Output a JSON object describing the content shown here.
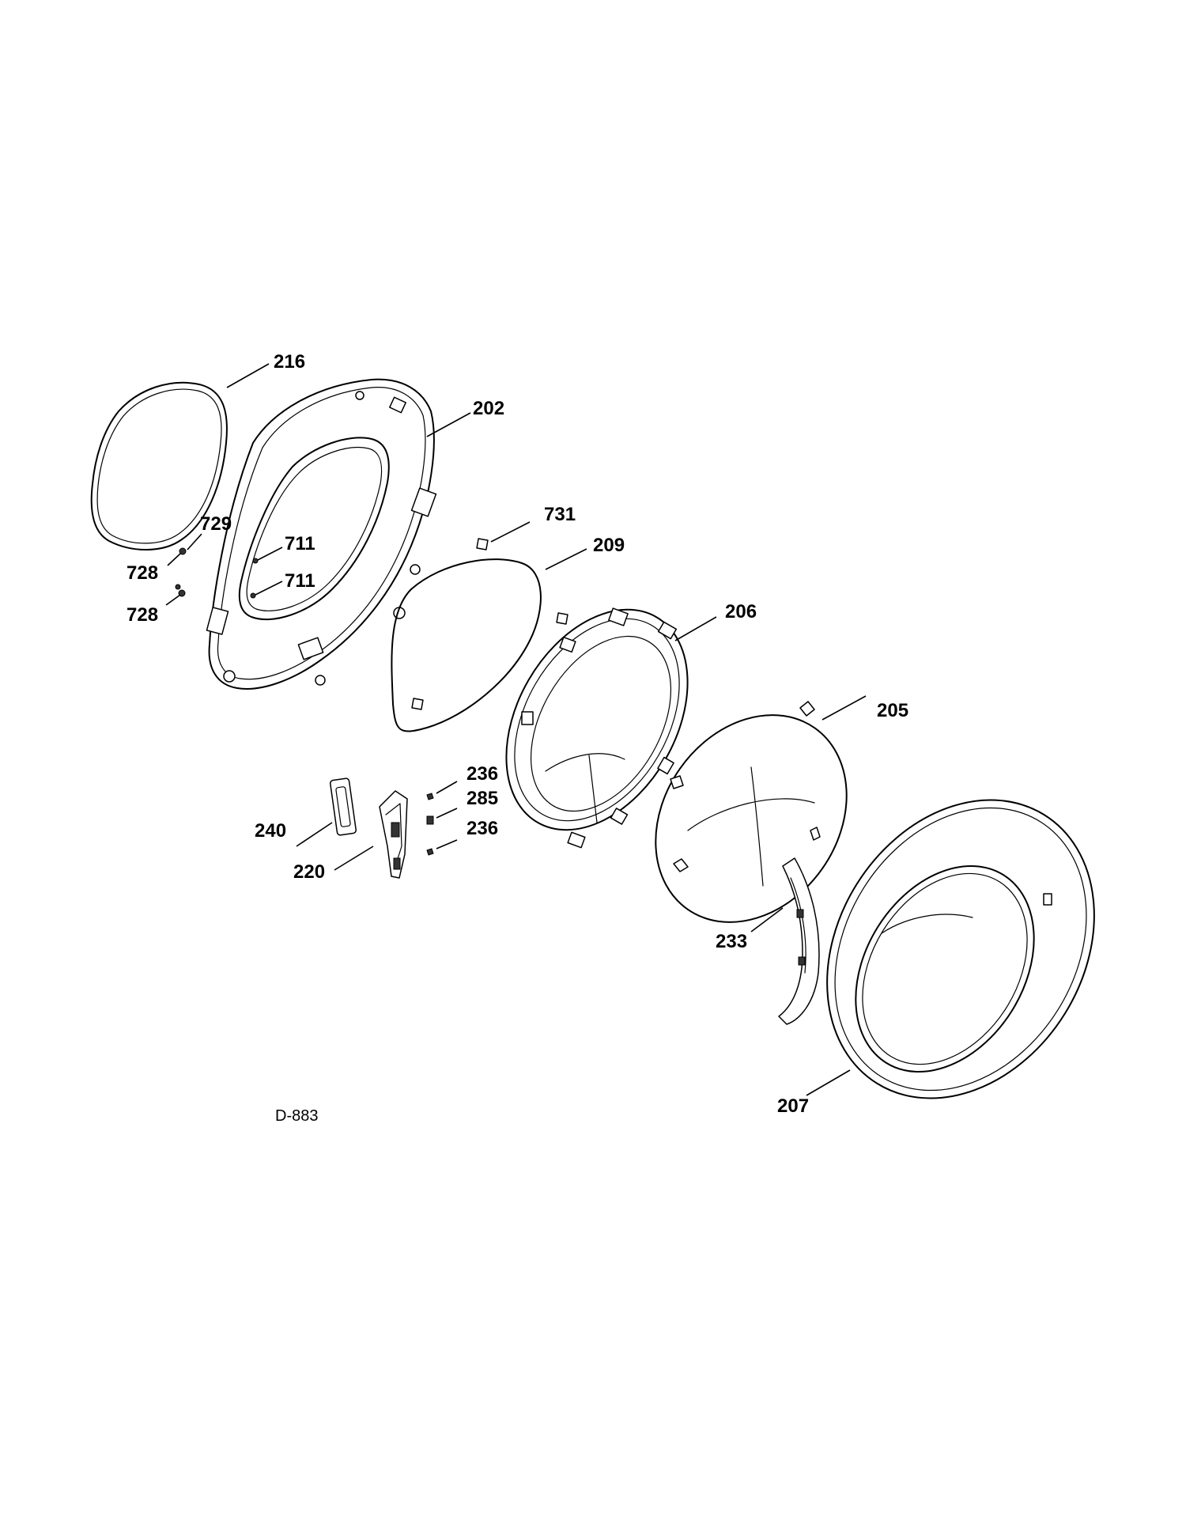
{
  "diagram": {
    "document_code": "D-883",
    "callouts": {
      "c216": "216",
      "c202": "202",
      "c729": "729",
      "c728a": "728",
      "c728b": "728",
      "c711a": "711",
      "c711b": "711",
      "c731": "731",
      "c209": "209",
      "c206": "206",
      "c205": "205",
      "c236a": "236",
      "c285": "285",
      "c236b": "236",
      "c240": "240",
      "c220": "220",
      "c233": "233",
      "c207": "207"
    }
  }
}
